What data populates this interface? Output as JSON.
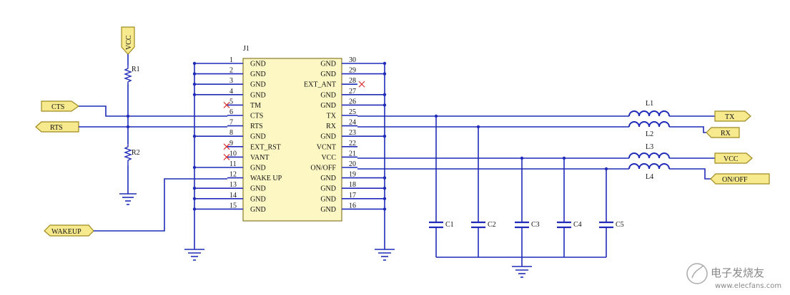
{
  "chip": {
    "designator": "J1",
    "left_pins": [
      {
        "num": "1",
        "name": "GND"
      },
      {
        "num": "2",
        "name": "GND"
      },
      {
        "num": "3",
        "name": "GND"
      },
      {
        "num": "4",
        "name": "GND"
      },
      {
        "num": "5",
        "name": "TM"
      },
      {
        "num": "6",
        "name": "CTS"
      },
      {
        "num": "7",
        "name": "RTS"
      },
      {
        "num": "8",
        "name": "GND"
      },
      {
        "num": "9",
        "name": "EXT_RST"
      },
      {
        "num": "10",
        "name": "VANT"
      },
      {
        "num": "11",
        "name": "GND"
      },
      {
        "num": "12",
        "name": "WAKE UP"
      },
      {
        "num": "13",
        "name": "GND"
      },
      {
        "num": "14",
        "name": "GND"
      },
      {
        "num": "15",
        "name": "GND"
      }
    ],
    "right_pins": [
      {
        "num": "30",
        "name": "GND"
      },
      {
        "num": "29",
        "name": "GND"
      },
      {
        "num": "28",
        "name": "EXT_ANT"
      },
      {
        "num": "27",
        "name": "GND"
      },
      {
        "num": "26",
        "name": "GND"
      },
      {
        "num": "25",
        "name": "TX"
      },
      {
        "num": "24",
        "name": "RX"
      },
      {
        "num": "23",
        "name": "GND"
      },
      {
        "num": "22",
        "name": "VCNT"
      },
      {
        "num": "21",
        "name": "VCC"
      },
      {
        "num": "20",
        "name": "ON/OFF"
      },
      {
        "num": "19",
        "name": "GND"
      },
      {
        "num": "18",
        "name": "GND"
      },
      {
        "num": "17",
        "name": "GND"
      },
      {
        "num": "16",
        "name": "GND"
      }
    ]
  },
  "ports": {
    "vcc_top": "VCC",
    "cts": "CTS",
    "rts": "RTS",
    "wakeup": "WAKEUP",
    "tx": "TX",
    "rx": "RX",
    "vcc_right": "VCC",
    "onoff": "ON/OFF"
  },
  "resistors": [
    "R1",
    "R2"
  ],
  "inductors": [
    "L1",
    "L2",
    "L3",
    "L4"
  ],
  "capacitors": [
    "C1",
    "C2",
    "C3",
    "C4",
    "C5"
  ],
  "watermark": {
    "text": "电子发烧友",
    "url": "www.elecfans.com"
  }
}
